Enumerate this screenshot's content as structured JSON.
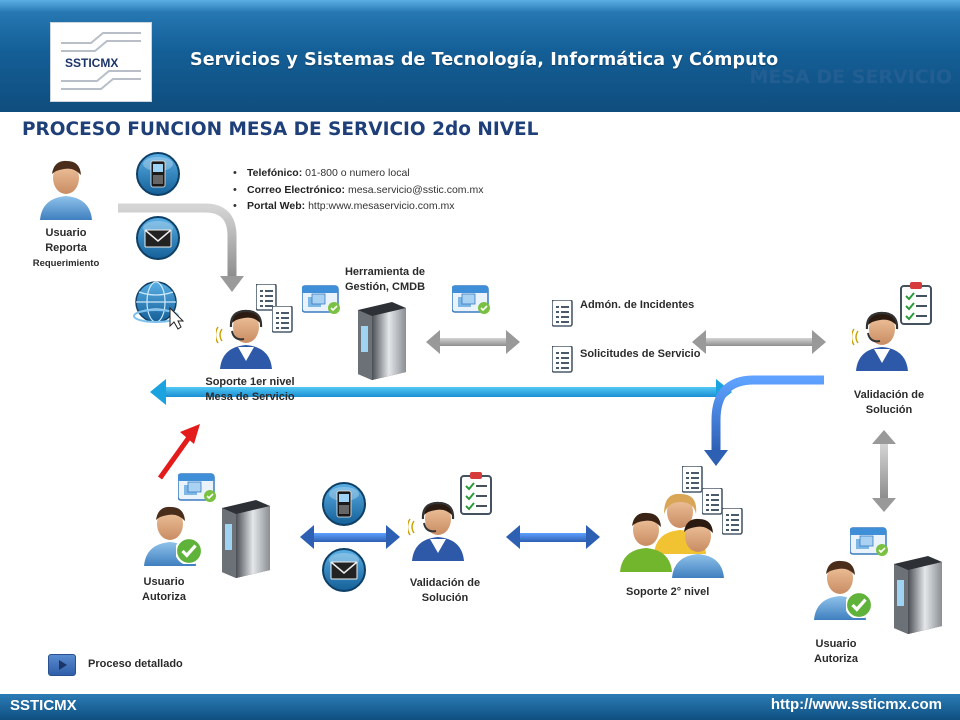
{
  "header": {
    "company_name": "Servicios y Sistemas de Tecnología, Informática y Cómputo",
    "tag": "MESA DE SERVICIO",
    "logo_text": "SSTICMX"
  },
  "title": "PROCESO FUNCION MESA DE SERVICIO 2do NIVEL",
  "contacts": [
    {
      "label": "Telefónico:",
      "value": "01-800 o numero local"
    },
    {
      "label": "Correo Electrónico:",
      "value": "mesa.servicio@sstic.com.mx"
    },
    {
      "label": "Portal Web:",
      "value": "http:www.mesaservicio.com.mx"
    }
  ],
  "nodes": {
    "usuario_reporta": [
      "Usuario",
      "Reporta",
      "Requerimiento"
    ],
    "herramienta": [
      "Herramienta de",
      "Gestión, CMDB"
    ],
    "soporte1": [
      "Soporte 1er nivel",
      "Mesa de Servicio"
    ],
    "admon": "Admón. de Incidentes",
    "solicitudes": "Solicitudes  de Servicio",
    "validacion_right": [
      "Validación  de",
      "Solución"
    ],
    "usuario_autoriza_left": [
      "Usuario",
      "Autoriza"
    ],
    "validacion_mid": [
      "Validación  de",
      "Solución"
    ],
    "soporte2": "Soporte 2° nivel",
    "usuario_autoriza_right": [
      "Usuario",
      "Autoriza"
    ]
  },
  "legend": {
    "label": "Proceso detallado"
  },
  "footer": {
    "left": "SSTICMX",
    "right": "http://www.ssticmx.com"
  },
  "colors": {
    "header": "#145f97",
    "title": "#1f3f79",
    "flow_arrow": "#1ba3e0",
    "bidir_arrow": "#3a69c0",
    "accent_red": "#e31b1b"
  }
}
